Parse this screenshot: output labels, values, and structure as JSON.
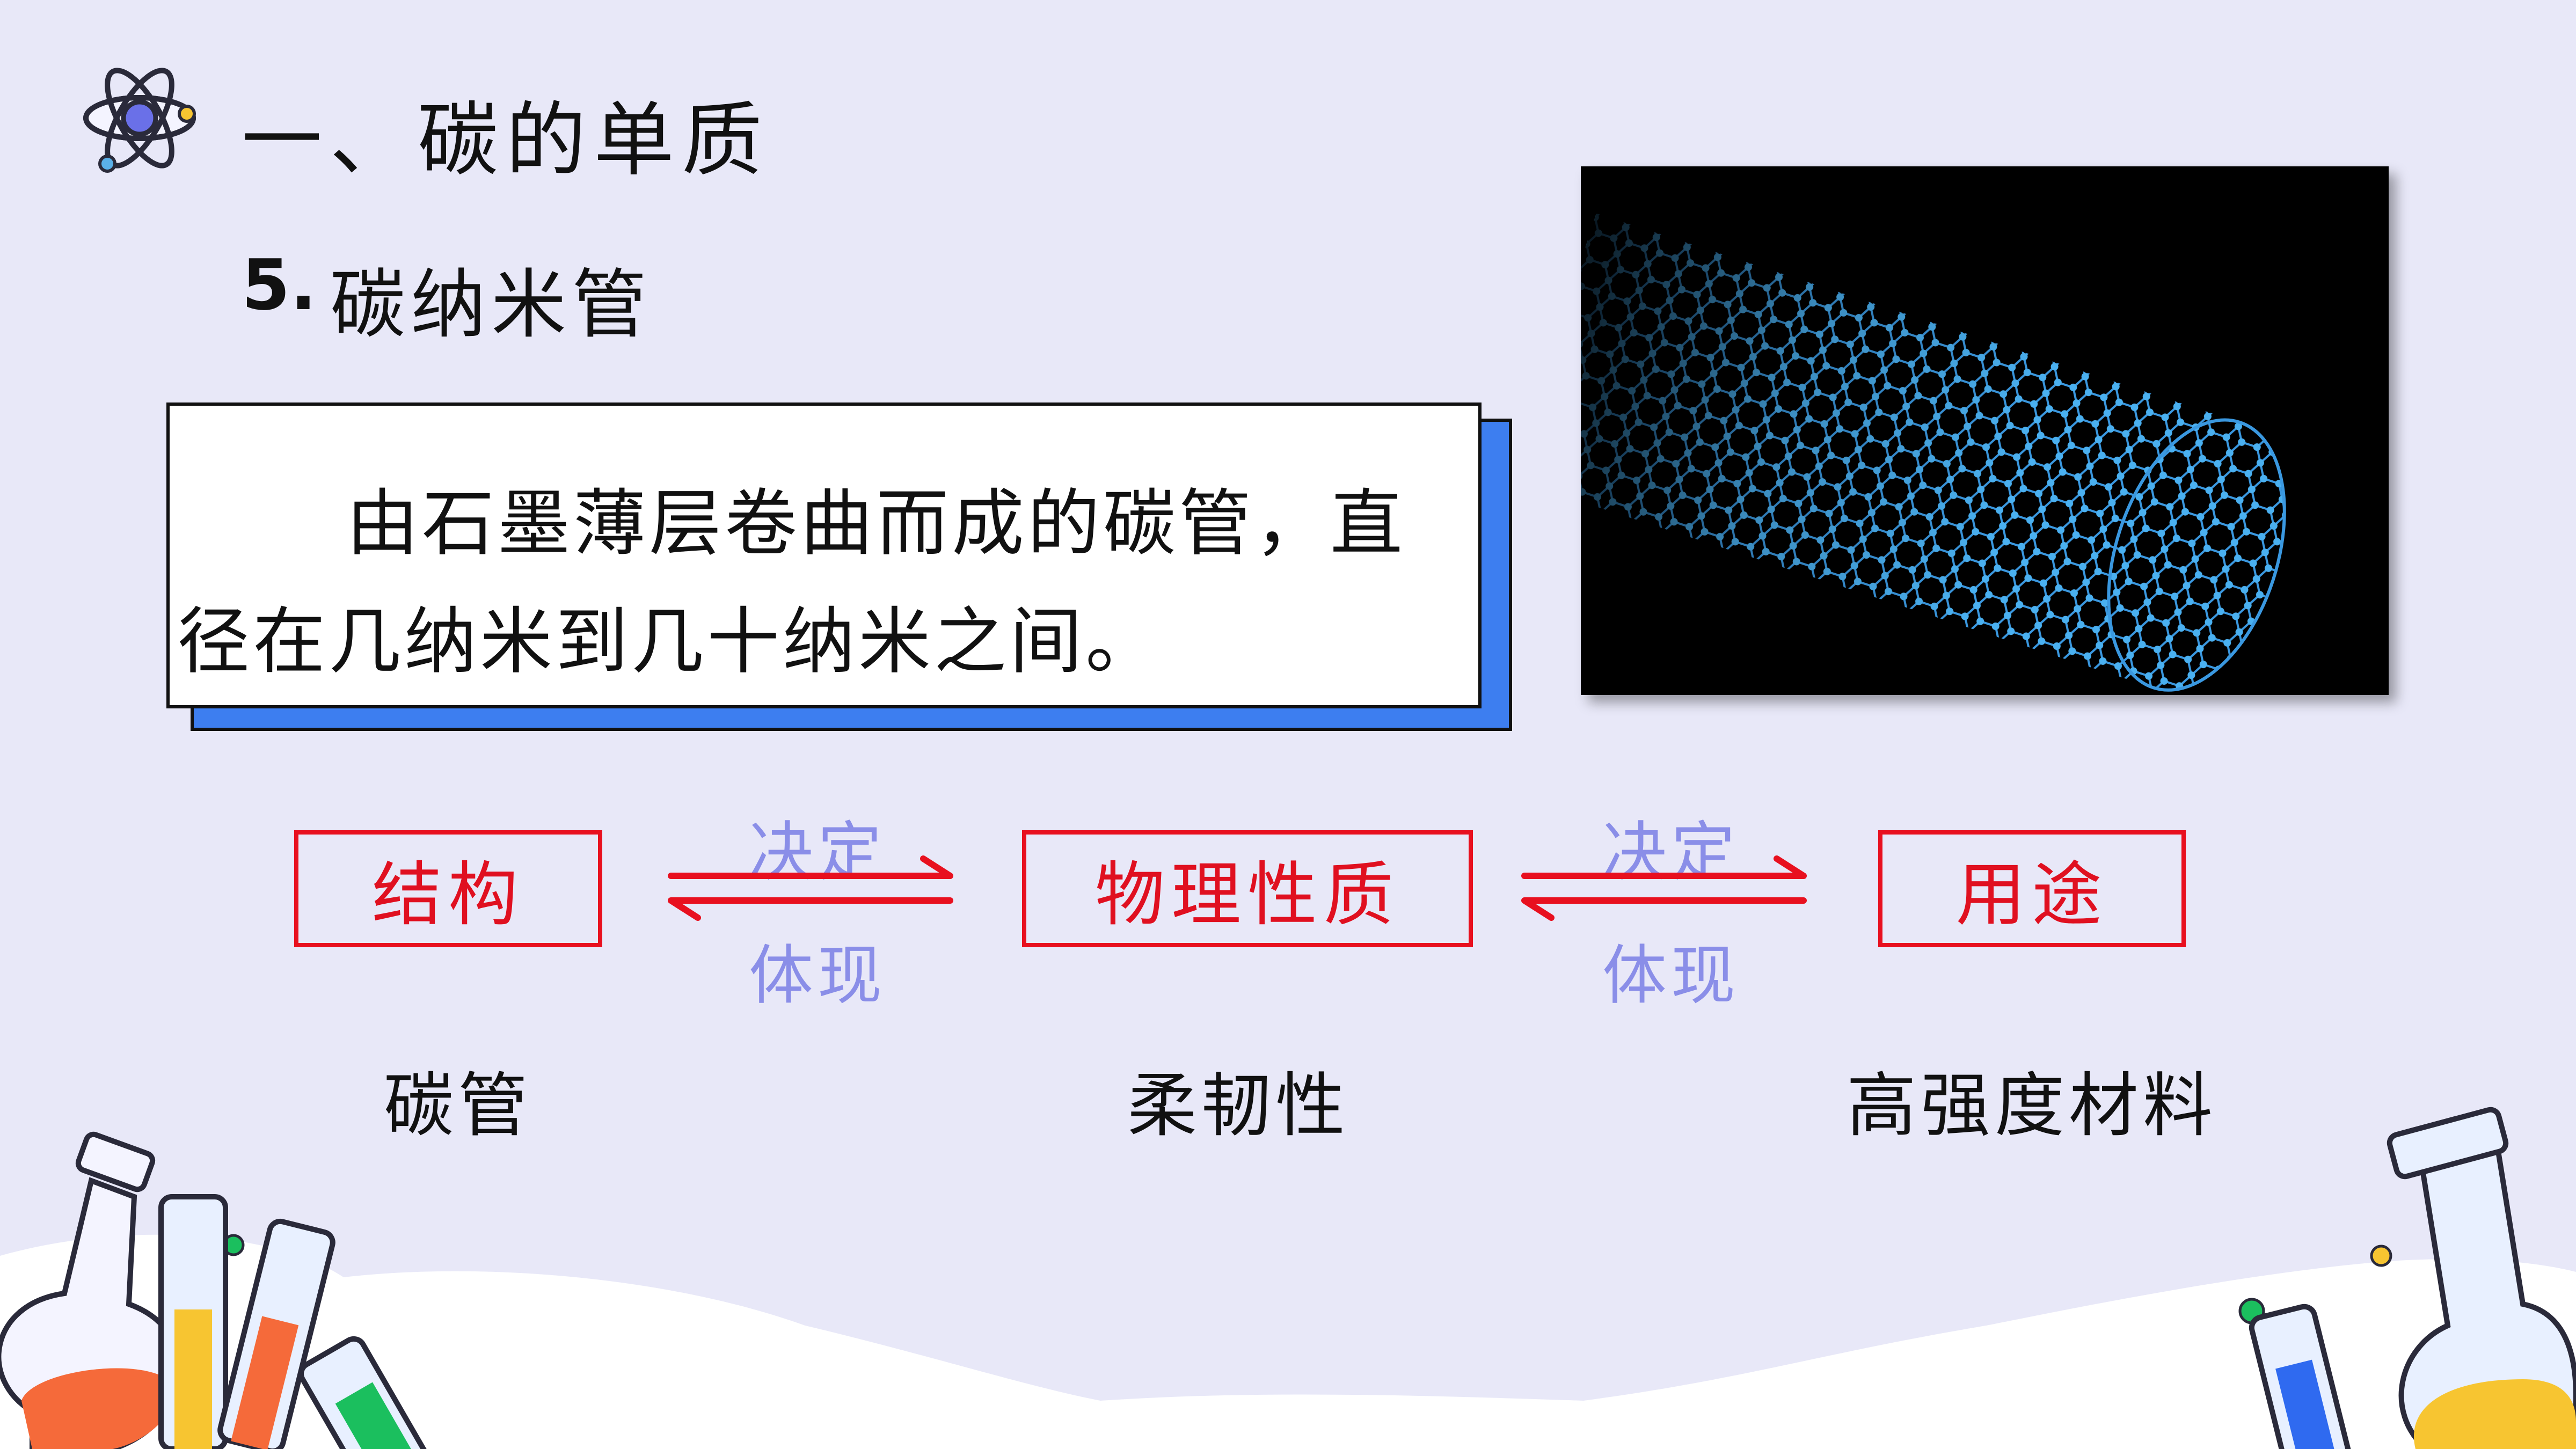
{
  "section": {
    "title": "一、碳的单质"
  },
  "subsection": {
    "number": "5.",
    "label": "碳纳米管"
  },
  "description": {
    "line1": "由石墨薄层卷曲而成的碳管，直",
    "line2": "径在几纳米到几十纳米之间。"
  },
  "flow": {
    "structure": "结构",
    "property": "物理性质",
    "use": "用途",
    "arrow1": {
      "top": "决定",
      "bottom": "体现"
    },
    "arrow2": {
      "top": "决定",
      "bottom": "体现"
    }
  },
  "examples": {
    "structure": "碳管",
    "property": "柔韧性",
    "use": "高强度材料"
  },
  "colors": {
    "background": "#e8e8f8",
    "box_red": "#e8101f",
    "arrow_label": "#8a8ee8",
    "box_shadow_blue": "#3d7ef0",
    "nanotube_blue": "#3aa0e8"
  },
  "icons": [
    "atom-icon",
    "flask-icon",
    "test-tube-icon"
  ]
}
